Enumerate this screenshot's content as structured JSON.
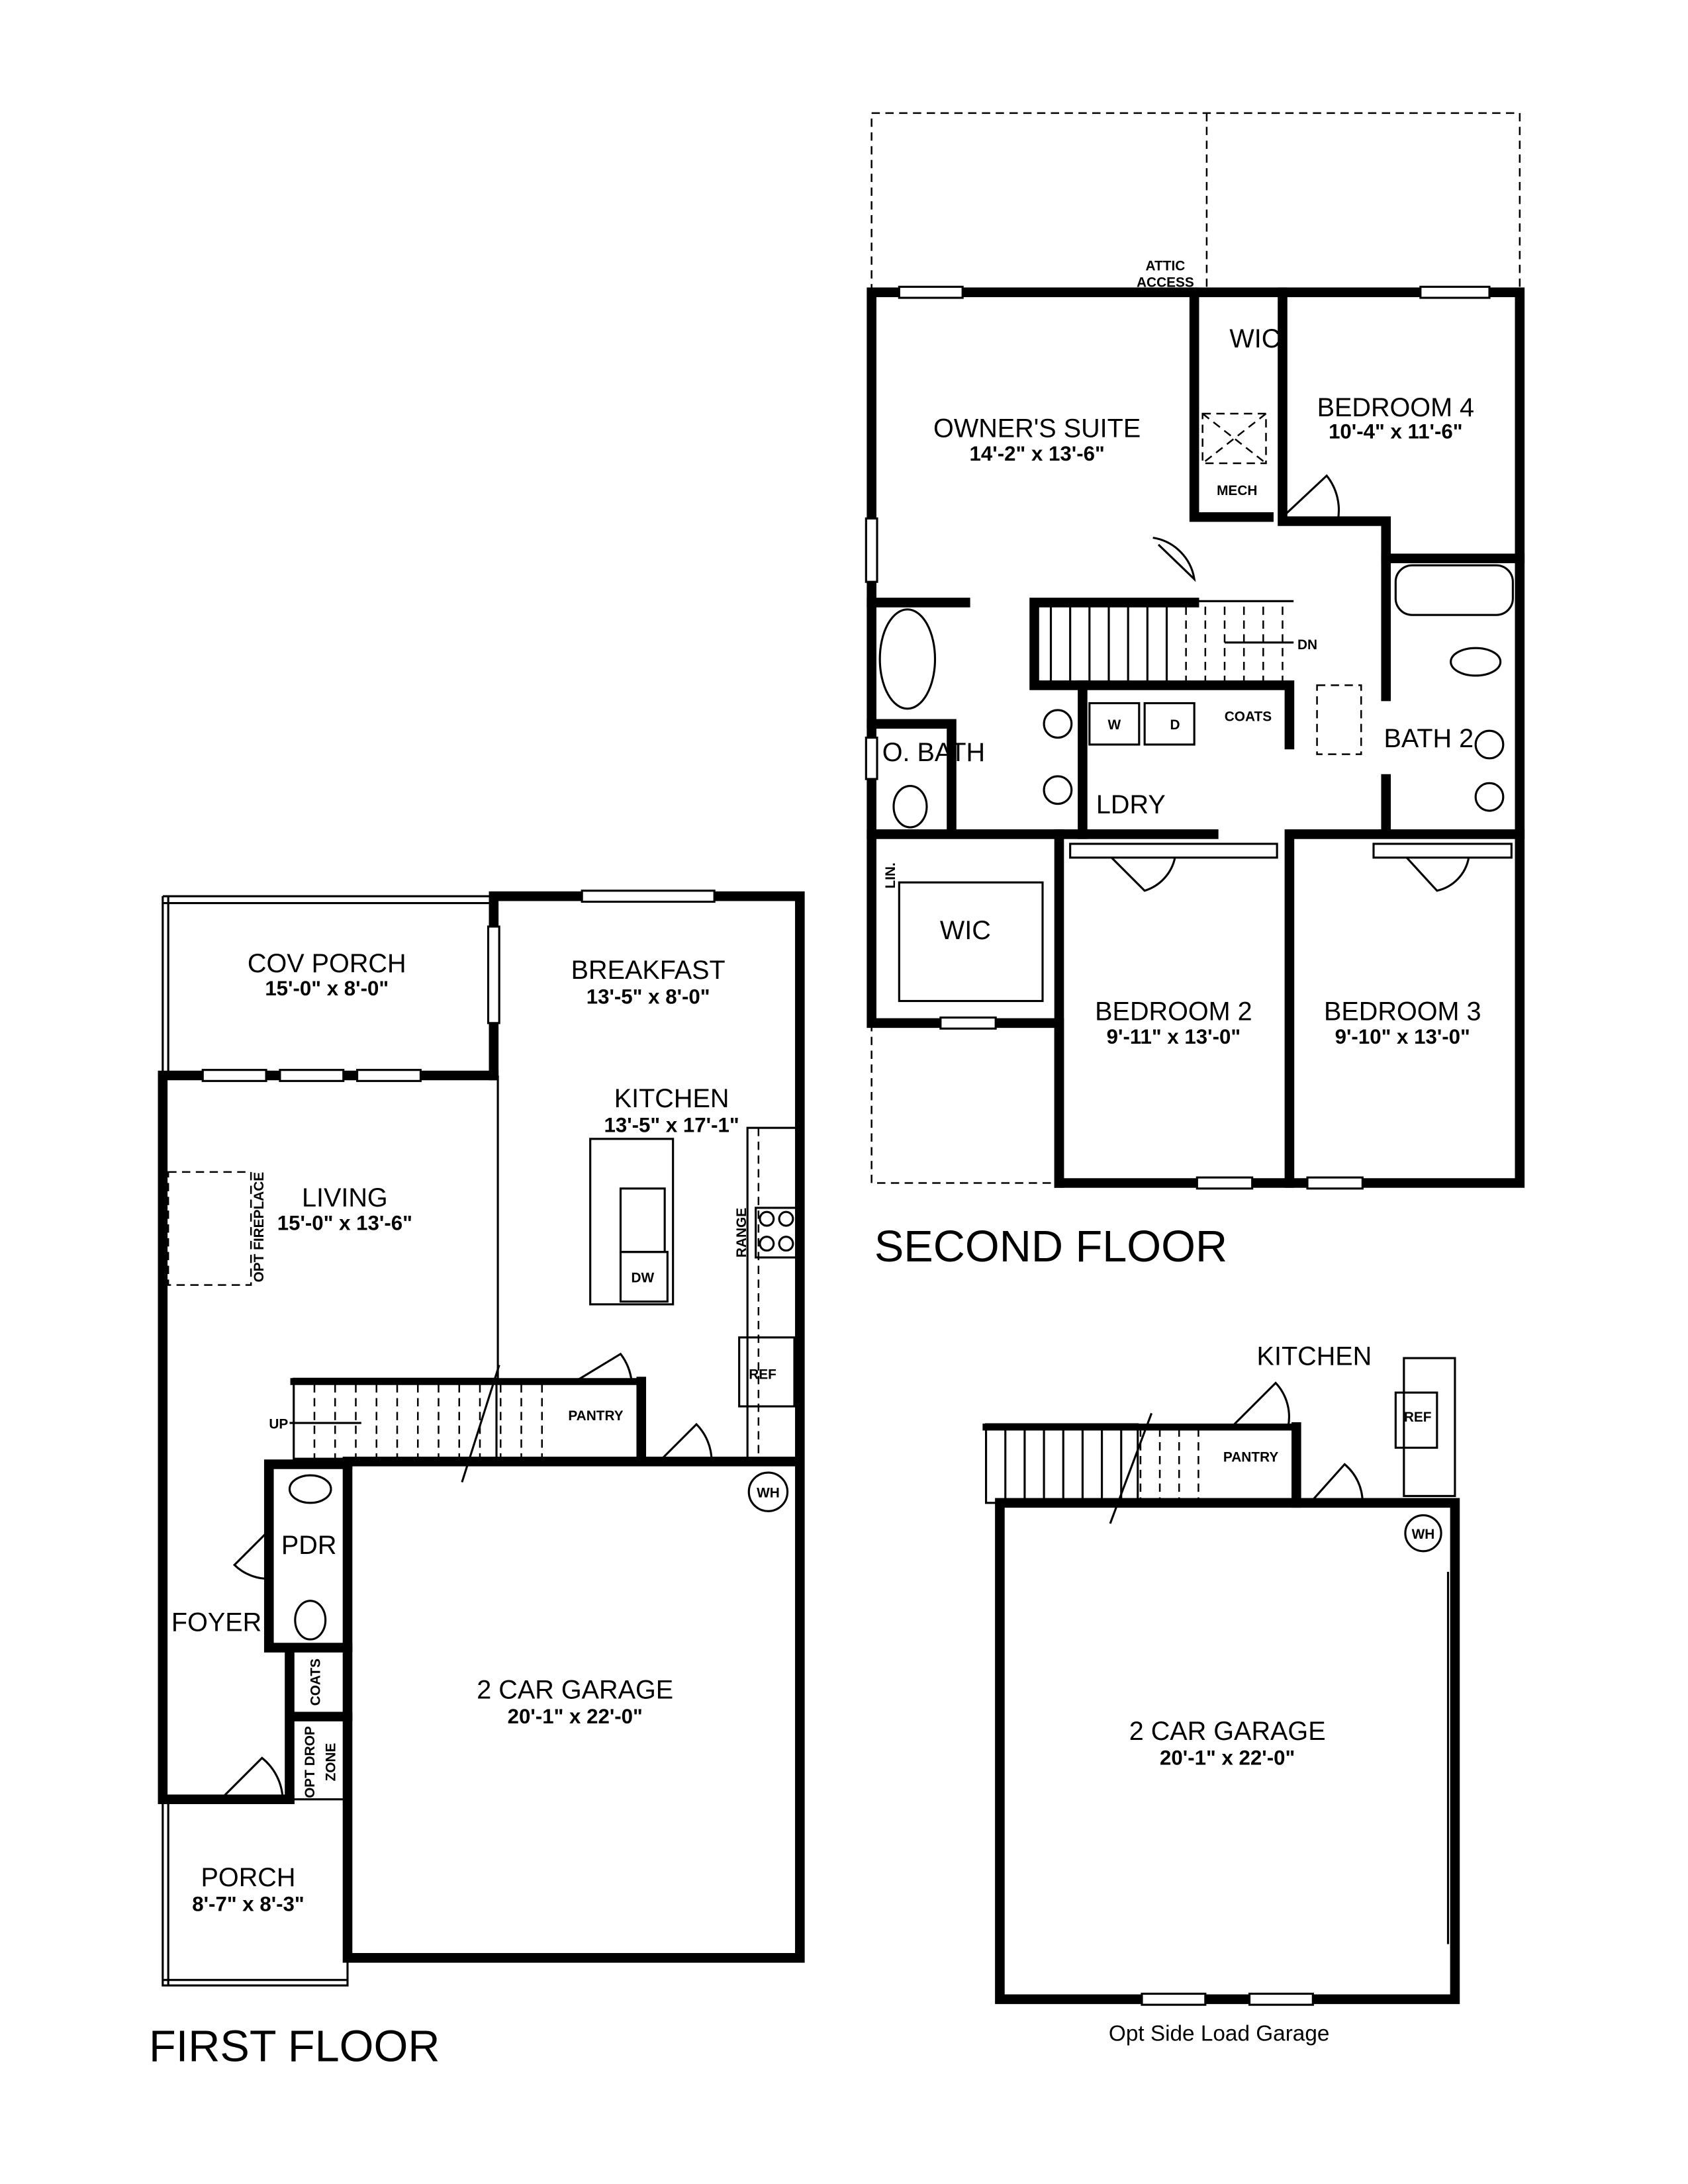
{
  "first_floor": {
    "title": "FIRST FLOOR",
    "rooms": {
      "cov_porch": {
        "name": "COV PORCH",
        "dim": "15'-0\" x 8'-0\""
      },
      "breakfast": {
        "name": "BREAKFAST",
        "dim": "13'-5\" x 8'-0\""
      },
      "kitchen": {
        "name": "KITCHEN",
        "dim": "13'-5\" x 17'-1\""
      },
      "living": {
        "name": "LIVING",
        "dim": "15'-0\" x 13'-6\""
      },
      "garage": {
        "name": "2 CAR GARAGE",
        "dim": "20'-1\" x 22'-0\""
      },
      "porch": {
        "name": "PORCH",
        "dim": "8'-7\" x 8'-3\""
      },
      "pdr": {
        "name": "PDR"
      },
      "foyer": {
        "name": "FOYER"
      }
    },
    "labels": {
      "opt_fireplace": "OPT FIREPLACE",
      "range": "RANGE",
      "dw": "DW",
      "ref": "REF",
      "pantry": "PANTRY",
      "up": "UP",
      "wh": "WH",
      "coats": "COATS",
      "opt_drop": "OPT DROP",
      "zone": "ZONE"
    }
  },
  "second_floor": {
    "title": "SECOND FLOOR",
    "rooms": {
      "owners_suite": {
        "name": "OWNER'S SUITE",
        "dim": "14'-2\" x 13'-6\""
      },
      "bedroom4": {
        "name": "BEDROOM 4",
        "dim": "10'-4\" x 11'-6\""
      },
      "bedroom2": {
        "name": "BEDROOM 2",
        "dim": "9'-11\" x 13'-0\""
      },
      "bedroom3": {
        "name": "BEDROOM 3",
        "dim": "9'-10\" x 13'-0\""
      },
      "wic_top": {
        "name": "WIC"
      },
      "wic_owner": {
        "name": "WIC"
      },
      "o_bath": {
        "name": "O. BATH"
      },
      "bath2": {
        "name": "BATH 2"
      },
      "ldry": {
        "name": "LDRY"
      }
    },
    "labels": {
      "attic1": "ATTIC",
      "attic2": "ACCESS",
      "mech": "MECH",
      "dn": "DN",
      "coats": "COATS",
      "w": "W",
      "d": "D",
      "lin": "LIN."
    }
  },
  "opt_garage": {
    "caption": "Opt Side Load Garage",
    "kitchen": "KITCHEN",
    "garage": {
      "name": "2 CAR GARAGE",
      "dim": "20'-1\" x 22'-0\""
    },
    "ref": "REF",
    "pantry": "PANTRY",
    "wh": "WH"
  }
}
